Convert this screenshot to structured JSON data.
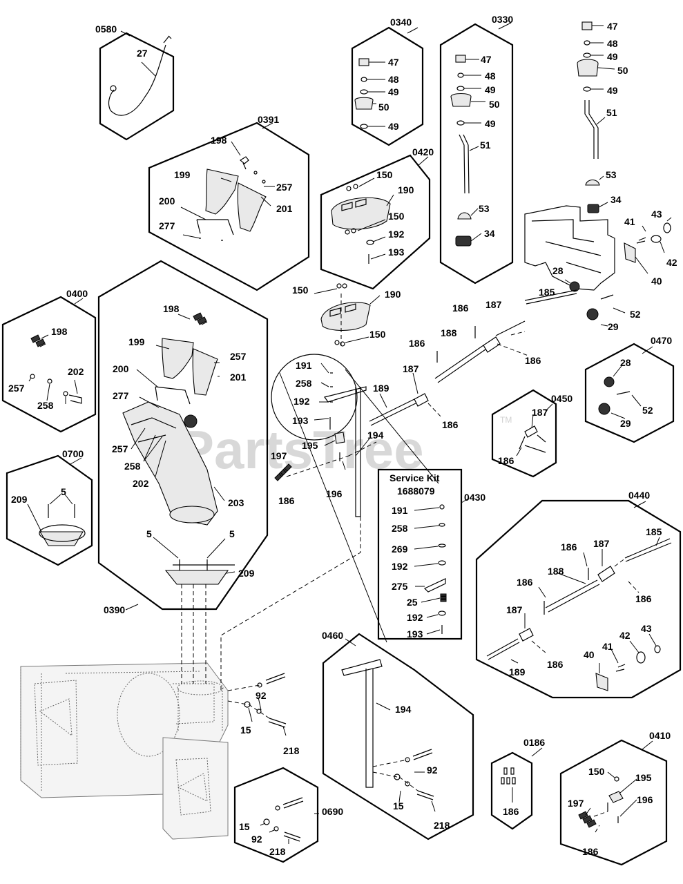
{
  "watermark": "PartsTree",
  "watermark_tm": "TM",
  "service_kit": {
    "title": "Service Kit",
    "number": "1688079"
  },
  "groups": {
    "g0580": "0580",
    "g0391": "0391",
    "g0340": "0340",
    "g0330": "0330",
    "g0420": "0420",
    "g0400": "0400",
    "g0390": "0390",
    "g0700": "0700",
    "g0470": "0470",
    "g0450": "0450",
    "g0430": "0430",
    "g0440": "0440",
    "g0460": "0460",
    "g0186": "0186",
    "g0410": "0410",
    "g0690": "0690"
  },
  "parts": {
    "p5": "5",
    "p15": "15",
    "p25": "25",
    "p27": "27",
    "p28": "28",
    "p29": "29",
    "p34": "34",
    "p40": "40",
    "p41": "41",
    "p42": "42",
    "p43": "43",
    "p47": "47",
    "p48": "48",
    "p49": "49",
    "p50": "50",
    "p51": "51",
    "p52": "52",
    "p53": "53",
    "p92": "92",
    "p150": "150",
    "p185": "185",
    "p186": "186",
    "p187": "187",
    "p188": "188",
    "p189": "189",
    "p190": "190",
    "p191": "191",
    "p192": "192",
    "p193": "193",
    "p194": "194",
    "p195": "195",
    "p196": "196",
    "p197": "197",
    "p198": "198",
    "p199": "199",
    "p200": "200",
    "p201": "201",
    "p202": "202",
    "p203": "203",
    "p209": "209",
    "p218": "218",
    "p257": "257",
    "p258": "258",
    "p269": "269",
    "p275": "275",
    "p277": "277"
  }
}
